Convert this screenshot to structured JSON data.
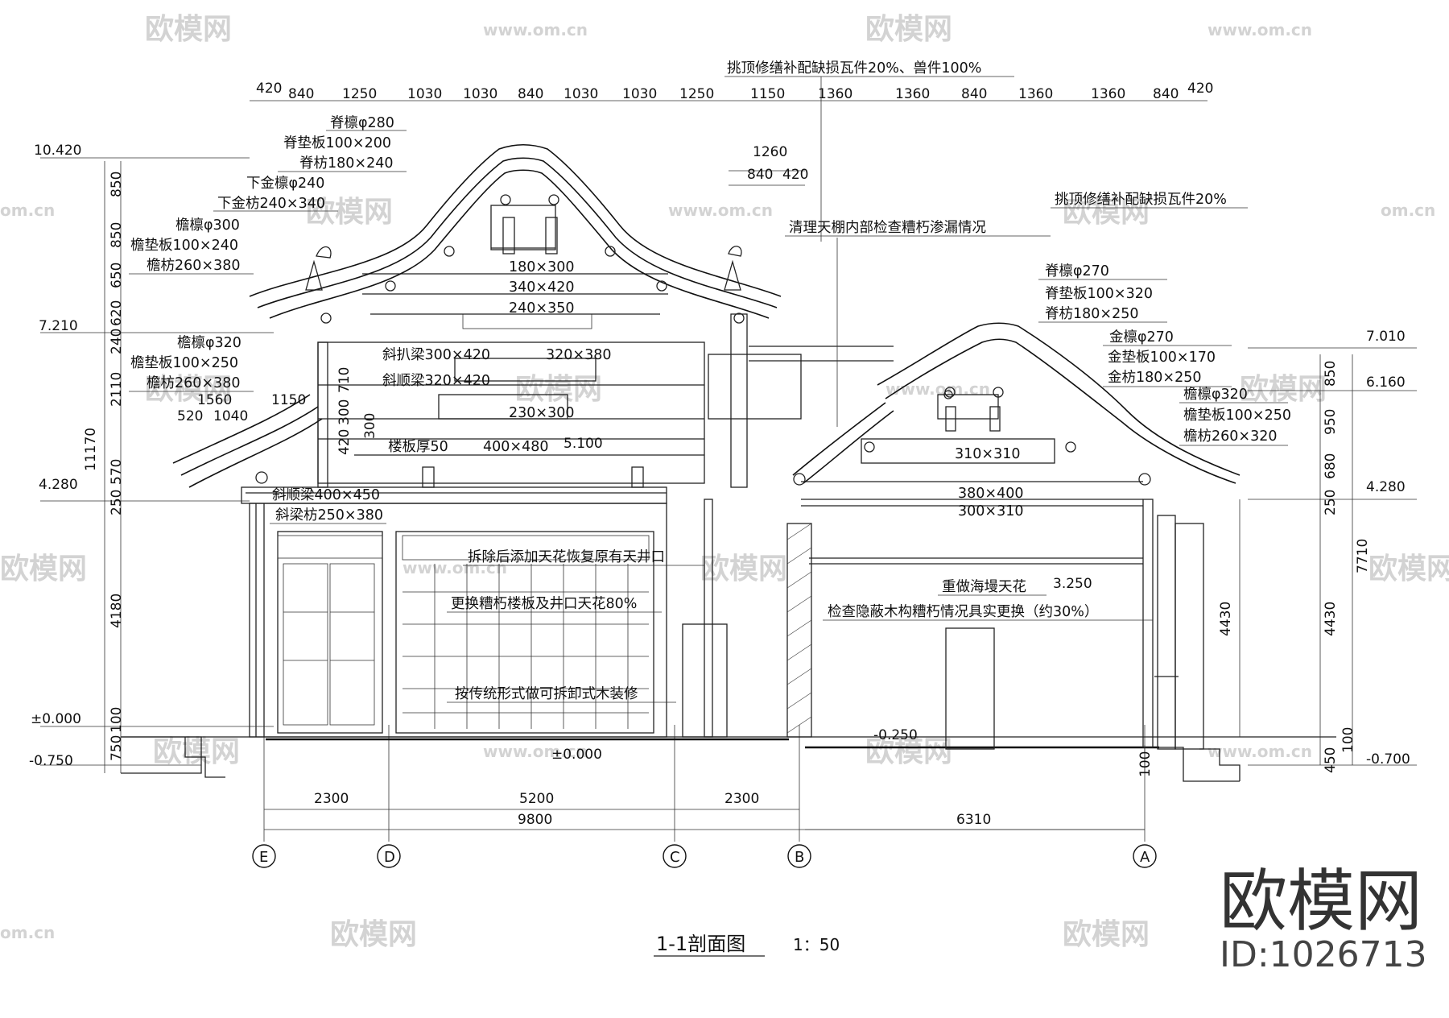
{
  "drawing": {
    "title": "1-1剖面图",
    "scale": "1：50"
  },
  "branding": {
    "logo": "欧模网",
    "id_text": "ID:1026713",
    "watermark_text": "欧模网",
    "watermark_url": "www.om.cn",
    "watermark_url_short": "om.cn"
  },
  "top_dims_left": [
    "420",
    "840",
    "1250",
    "1030",
    "1030",
    "840",
    "1030",
    "1030",
    "1250"
  ],
  "top_dims_right": [
    "1150",
    "1360",
    "1360",
    "840",
    "1360",
    "1360",
    "840",
    "420"
  ],
  "mid_dims": [
    "1260",
    "840",
    "420"
  ],
  "left_vert_dims": [
    "850",
    "850",
    "650",
    "620",
    "240",
    "2110",
    "570",
    "250",
    "4180",
    "100",
    "750"
  ],
  "left_total": "11170",
  "right_vert_dims": [
    "850",
    "950",
    "680",
    "250",
    "7710",
    "4430",
    "100",
    "450"
  ],
  "right_inner_dim": "4430",
  "elevations": {
    "left": [
      "10.420",
      "7.210",
      "4.280",
      "±0.000",
      "-0.750"
    ],
    "right": [
      "7.010",
      "6.160",
      "4.280",
      "-0.700"
    ],
    "inner": [
      "5.100",
      "3.250",
      "-0.250",
      "±0.000"
    ]
  },
  "bottom_dims": {
    "row1": [
      "2300",
      "5200",
      "2300"
    ],
    "row2": [
      "9800",
      "6310"
    ],
    "foot": "100"
  },
  "axes": [
    "E",
    "D",
    "C",
    "B",
    "A"
  ],
  "labels_left_stack": [
    "脊檩φ280",
    "脊垫板100×200",
    "脊枋180×240",
    "下金檩φ240",
    "下金枋240×340",
    "檐檩φ300",
    "檐垫板100×240",
    "檐枋260×380",
    "檐檩φ320",
    "檐垫板100×250",
    "檐枋260×380"
  ],
  "labels_right_stack": [
    "脊檩φ270",
    "脊垫板100×320",
    "脊枋180×250",
    "金檩φ270",
    "金垫板100×170",
    "金枋180×250",
    "檐檩φ320",
    "檐垫板100×250",
    "檐枋260×320"
  ],
  "beam_labels": [
    "180×300",
    "340×420",
    "240×350",
    "320×380",
    "230×300",
    "400×480",
    "310×310",
    "380×400",
    "300×310"
  ],
  "member_labels": [
    "斜扒梁300×420",
    "斜顺梁320×420",
    "楼板厚50",
    "斜顺梁400×450",
    "斜梁枋250×380"
  ],
  "small_dims": [
    "1560",
    "520",
    "1040",
    "1150",
    "710",
    "300",
    "300",
    "420"
  ],
  "notes": [
    "挑顶修缮补配缺损瓦件20%、兽件100%",
    "挑顶修缮补配缺损瓦件20%",
    "清理天棚内部检查糟朽渗漏情况",
    "拆除后添加天花恢复原有天井口",
    "更换糟朽楼板及井口天花80%",
    "按传统形式做可拆卸式木装修",
    "重做海墁天花",
    "检查隐蔽木构糟朽情况具实更换（约30%）"
  ]
}
